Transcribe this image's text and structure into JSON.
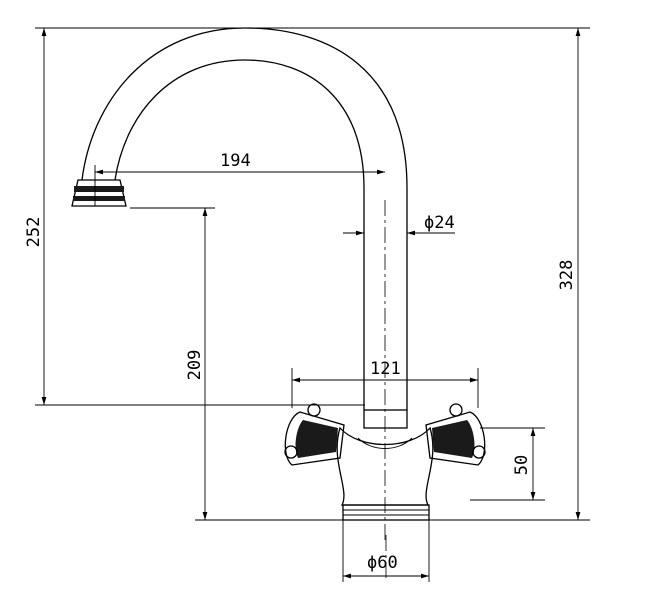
{
  "dimensions": {
    "spout_reach": "194",
    "spout_diameter": "ϕ24",
    "spout_height": "252",
    "total_height": "328",
    "outlet_height": "209",
    "handle_span": "121",
    "handle_height": "50",
    "base_diameter": "ϕ60"
  },
  "colors": {
    "line": "#000000",
    "background": "#ffffff"
  }
}
